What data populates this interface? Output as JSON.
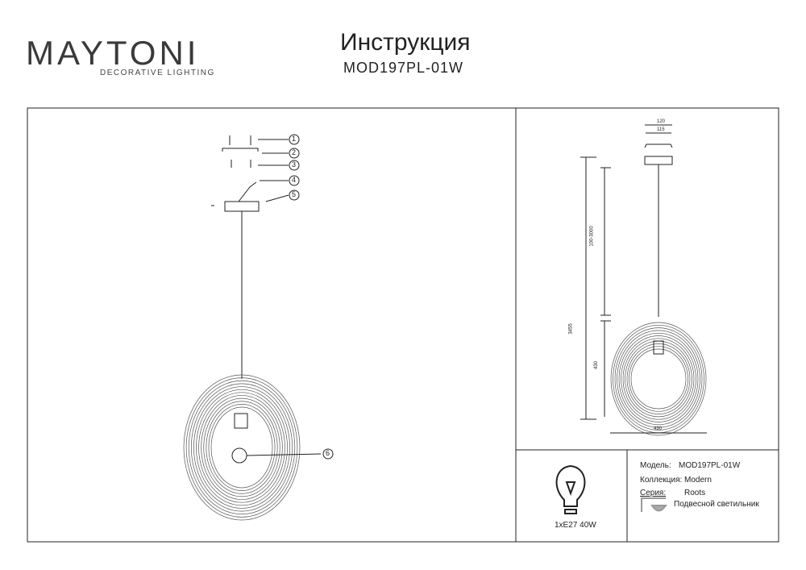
{
  "brand": {
    "name": "MAYTONI",
    "tagline": "DECORATIVE LIGHTING"
  },
  "header": {
    "title": "Инструкция",
    "model": "MOD197PL-01W"
  },
  "callouts": [
    "1",
    "2",
    "3",
    "4",
    "5",
    "6"
  ],
  "dimensions": {
    "canopy_outer": "120",
    "canopy_inner": "115",
    "cable": "100-3000",
    "total": "3455",
    "shade_height": "430",
    "shade_width": "430"
  },
  "bulb": {
    "spec": "1xE27 40W"
  },
  "info": {
    "model_label": "Модель:",
    "model_value": "MOD197PL-01W",
    "collection_label": "Коллекция:",
    "collection_value": "Modern",
    "series_label": "Серия:",
    "series_value": "Roots",
    "type": "Подвесной светильник"
  }
}
